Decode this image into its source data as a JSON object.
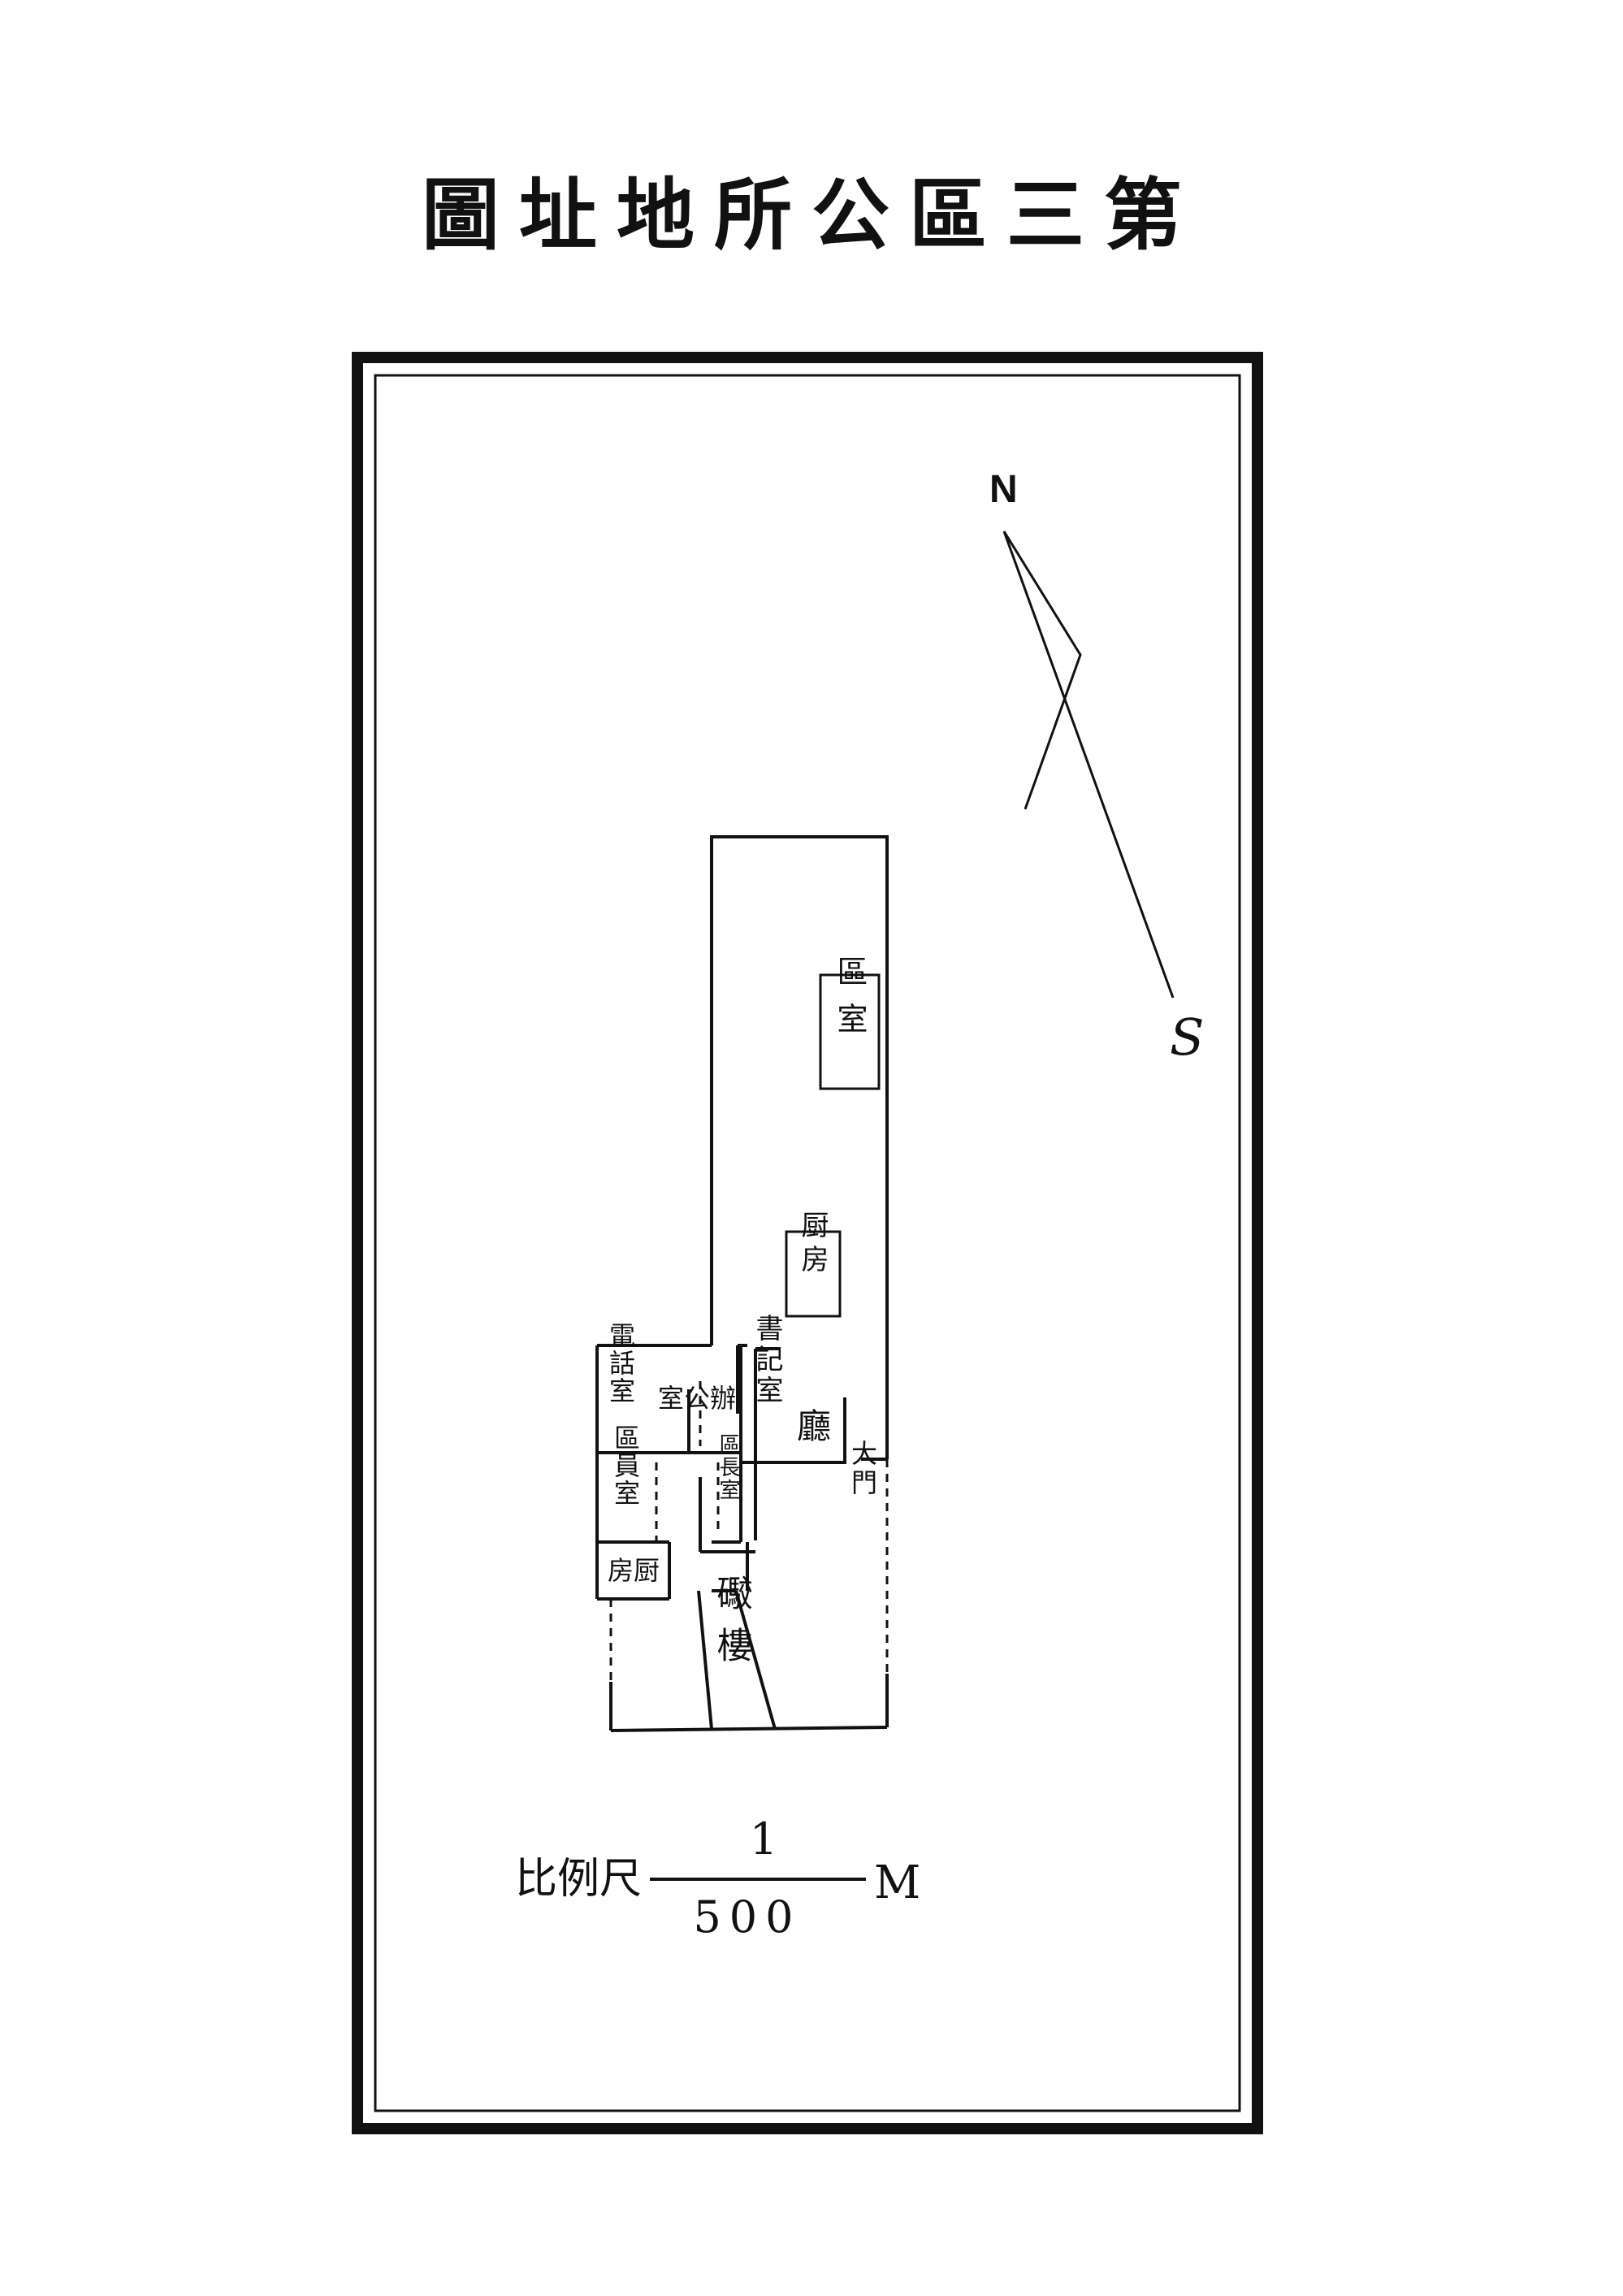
{
  "title": "圖址地所公區三第",
  "compass": {
    "north": "N",
    "south": "S"
  },
  "rooms": {
    "hall_room": "區室",
    "kitchen_upper": "厨房",
    "telegraph_room": "電話室",
    "office": "室公辦",
    "secretary_room": "書記室",
    "guard": "廳",
    "gate": "大門",
    "member_room": "區員室",
    "chief_room": "區長室",
    "kitchen_lower": "房厨",
    "tower": "礮樓"
  },
  "scale": {
    "label": "比例尺",
    "numerator": "1",
    "denominator": "500",
    "unit": "M"
  },
  "colors": {
    "ink": "#111111",
    "paper": "#ffffff"
  }
}
